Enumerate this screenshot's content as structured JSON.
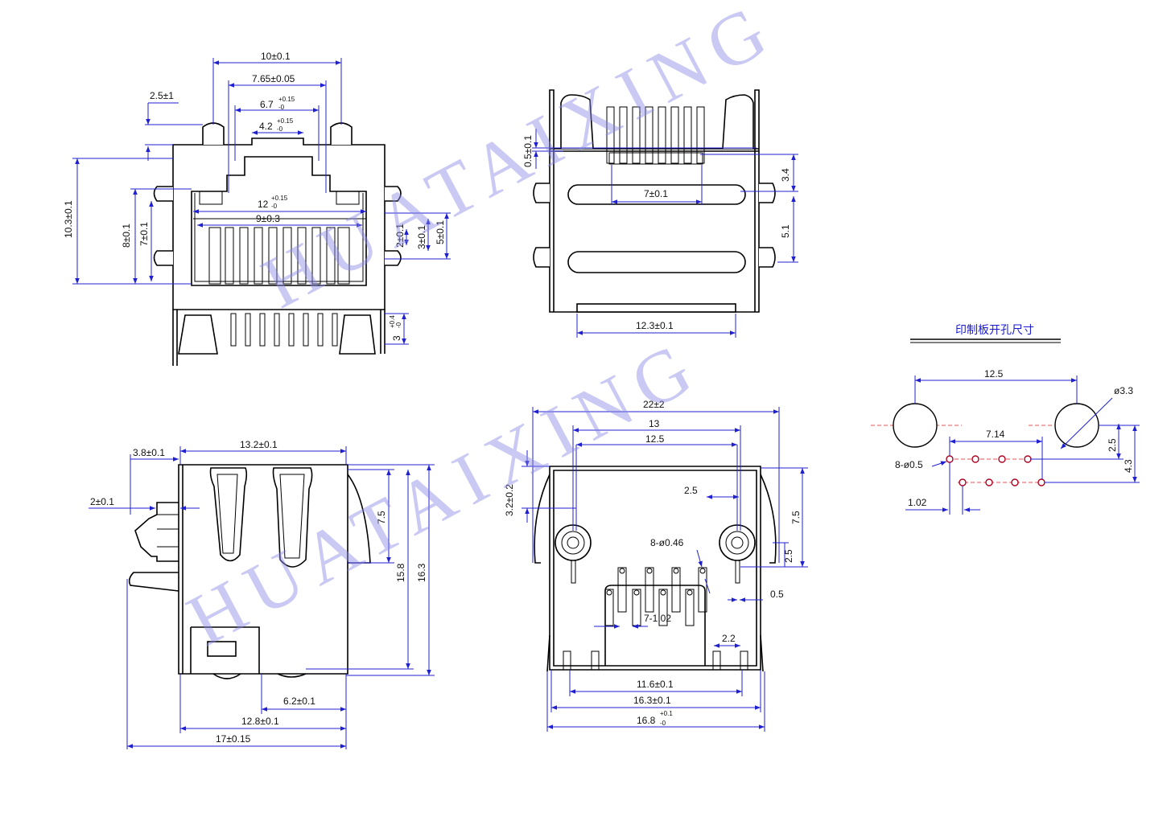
{
  "watermark": "HUATAIXING",
  "front_view": {
    "dims": [
      "10±0.1",
      "7.65±0.05",
      "6.7",
      "4.2",
      "2.5±1",
      "12",
      "9±0.3",
      "10.3±0.1",
      "8±0.1",
      "7±0.1",
      "2±0.1",
      "3±0.1",
      "5±0.1",
      "3"
    ],
    "tol_plus_015": "+0.15",
    "tol_minus_0": "-0",
    "tol_plus_04": "+0.4"
  },
  "top_view": {
    "dims": [
      "0.5±0.1",
      "3.4",
      "7±0.1",
      "5.1",
      "12.3±0.1"
    ]
  },
  "side_view": {
    "dims": [
      "13.2±0.1",
      "3.8±0.1",
      "2±0.1",
      "7.5",
      "15.8",
      "16.3",
      "6.2±0.1",
      "12.8±0.1",
      "17±0.15"
    ]
  },
  "bottom_view": {
    "dims": [
      "22±2",
      "13",
      "12.5",
      "2.5",
      "3.2±0.2",
      "7.5",
      "8-ø0.46",
      "2.5",
      "0.5",
      "7-1.02",
      "2.2",
      "11.6±0.1",
      "16.3±0.1",
      "16.8"
    ],
    "tol_plus_01": "+0.1",
    "tol_minus_0": "-0"
  },
  "pcb_layout": {
    "title": "印制板开孔尺寸",
    "dims": [
      "12.5",
      "ø3.3",
      "7.14",
      "2.5",
      "8-ø0.5",
      "4.3",
      "1.02"
    ]
  },
  "colors": {
    "outline": "#000000",
    "dimension": "#2020d0",
    "watermark": "#8a8ae8",
    "title": "#1a1ad0",
    "pad": "#b00020"
  }
}
